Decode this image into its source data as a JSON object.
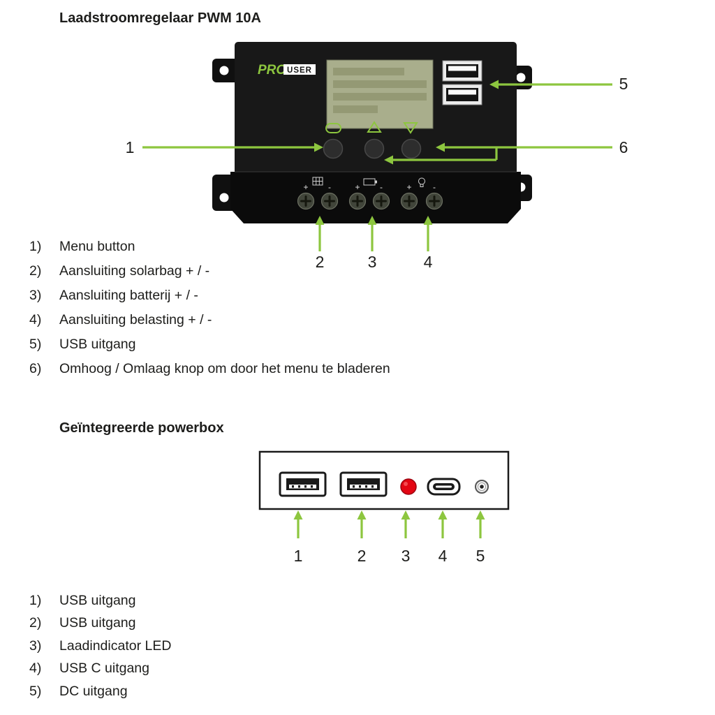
{
  "section1": {
    "title": "Laadstroomregelaar PWM 10A",
    "device": {
      "brand_pro": "PRO",
      "brand_user": "USER",
      "plus": "+",
      "minus": "-"
    },
    "callouts": {
      "n1": "1",
      "n2": "2",
      "n3": "3",
      "n4": "4",
      "n5": "5",
      "n6": "6"
    },
    "items": [
      {
        "num": "1)",
        "text": "Menu button"
      },
      {
        "num": "2)",
        "text": "Aansluiting solarbag + / -"
      },
      {
        "num": "3)",
        "text": "Aansluiting batterij + / -"
      },
      {
        "num": "4)",
        "text": "Aansluiting belasting + / -"
      },
      {
        "num": "5)",
        "text": "USB uitgang"
      },
      {
        "num": "6)",
        "text": "Omhoog / Omlaag knop om door het menu te bladeren"
      }
    ]
  },
  "section2": {
    "title": "Geïntegreerde powerbox",
    "callouts": {
      "n1": "1",
      "n2": "2",
      "n3": "3",
      "n4": "4",
      "n5": "5"
    },
    "items": [
      {
        "num": "1)",
        "text": "USB uitgang"
      },
      {
        "num": "2)",
        "text": "USB uitgang"
      },
      {
        "num": "3)",
        "text": "Laadindicator LED"
      },
      {
        "num": "4)",
        "text": "USB C uitgang"
      },
      {
        "num": "5)",
        "text": "DC uitgang"
      }
    ]
  },
  "colors": {
    "accent_green": "#8dc63f",
    "led_red": "#e30613",
    "text": "#1d1d1b",
    "lcd_green": "#a9ae8c",
    "device_black": "#171717"
  }
}
